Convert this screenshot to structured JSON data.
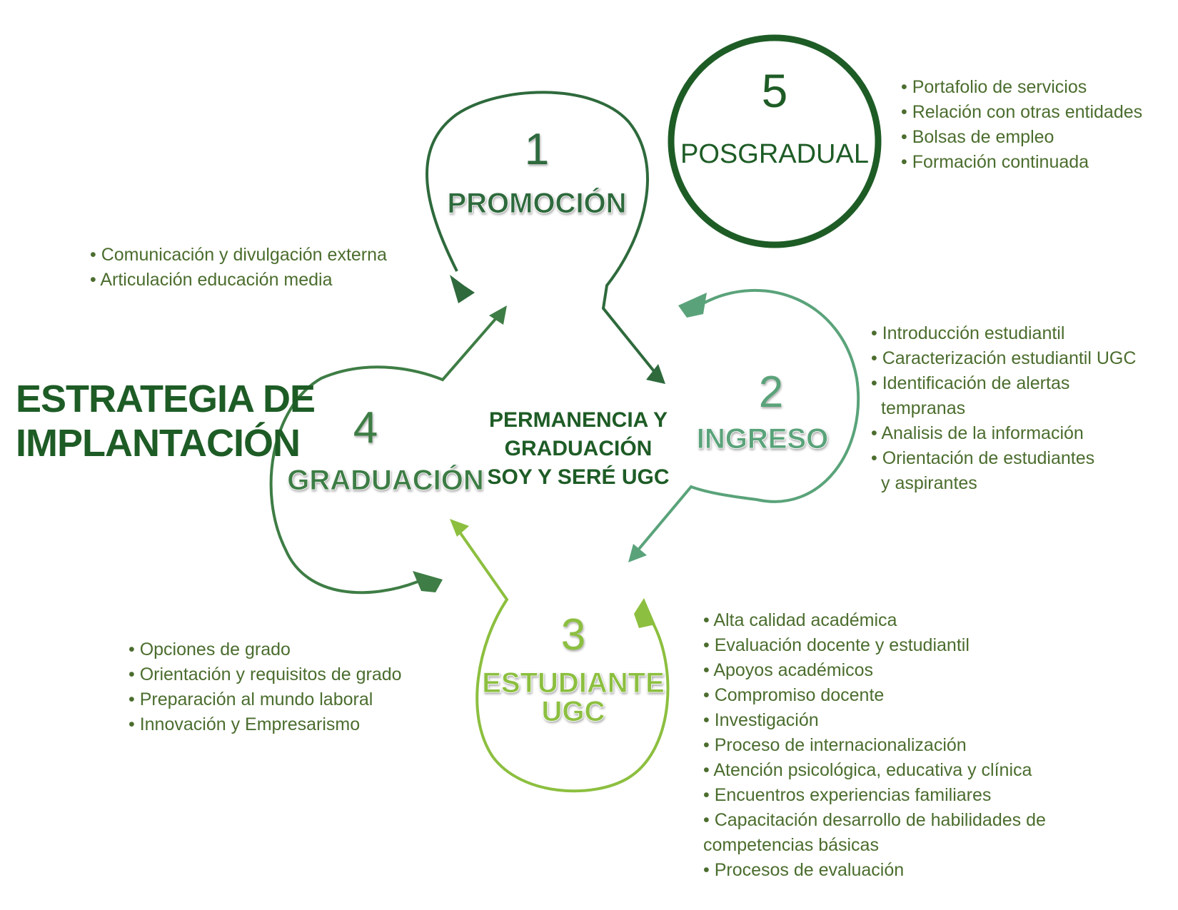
{
  "title": {
    "line1": "ESTRATEGIA DE",
    "line2": "IMPLANTACIÓN"
  },
  "center": {
    "line1": "PERMANENCIA Y",
    "line2": "GRADUACIÓN",
    "line3": "SOY Y SERÉ UGC"
  },
  "stages": [
    {
      "number": "1",
      "name": "PROMOCIÓN",
      "color": "#2e6a3c"
    },
    {
      "number": "2",
      "name": "INGRESO",
      "color": "#5aa37a"
    },
    {
      "number": "3",
      "name_line1": "ESTUDIANTE",
      "name_line2": "UGC",
      "color": "#8cbf3f"
    },
    {
      "number": "4",
      "name": "GRADUACIÓN",
      "color": "#3e7d45"
    },
    {
      "number": "5",
      "name": "POSGRADUAL",
      "color": "#1e5c26"
    }
  ],
  "lists": {
    "promocion": [
      "Comunicación y divulgación externa",
      "Articulación educación media"
    ],
    "posgradual": [
      "Portafolio de servicios",
      "Relación con otras entidades",
      "Bolsas de empleo",
      "Formación continuada"
    ],
    "ingreso": [
      "Introducción estudiantil",
      "Caracterización estudiantil UGC",
      "Identificación de alertas",
      "tempranas",
      "Analisis de la información",
      "Orientación de estudiantes",
      "y aspirantes"
    ],
    "estudiante": [
      "Alta calidad académica",
      "Evaluación docente y estudiantil",
      "Apoyos académicos",
      "Compromiso docente",
      "Investigación",
      "Proceso de internacionalización",
      "Atención psicológica, educativa y clínica",
      "Encuentros experiencias familiares",
      "Capacitación desarrollo de habilidades de",
      "competencias básicas",
      "Procesos de evaluación"
    ],
    "graduacion": [
      "Opciones de grado",
      "Orientación y requisitos de grado",
      "Preparación al mundo laboral",
      "Innovación y Empresarismo"
    ]
  },
  "colors": {
    "text": "#4b6d2e",
    "dark": "#1e5c26"
  }
}
